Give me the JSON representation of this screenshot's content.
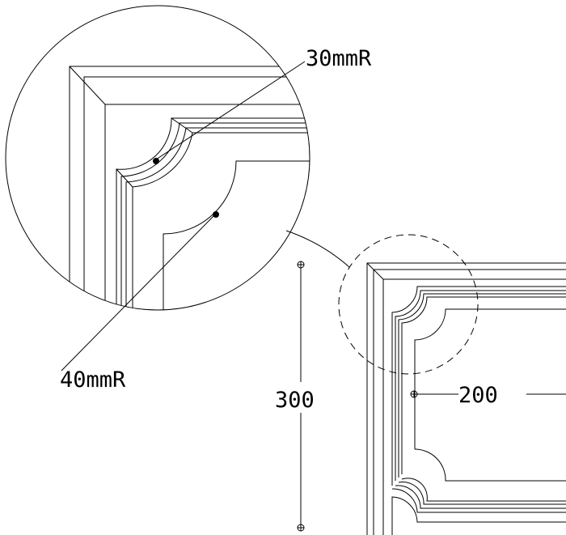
{
  "labels": {
    "radius_small": "30mmR",
    "radius_large": "40mmR",
    "height_dim": "300",
    "width_dim": "200"
  },
  "colors": {
    "line": "#000000",
    "background": "#ffffff"
  }
}
